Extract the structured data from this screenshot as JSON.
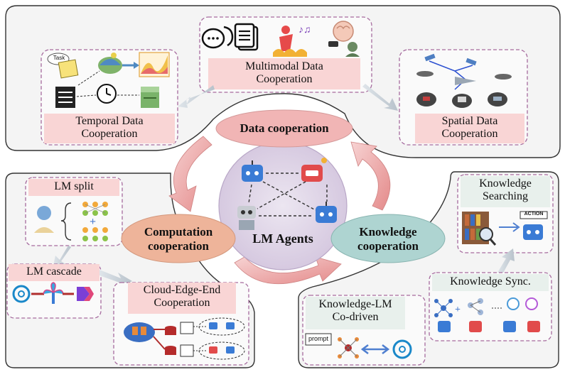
{
  "center": {
    "title": "LM Agents"
  },
  "cooperation": {
    "data": "Data cooperation",
    "computation_line1": "Computation",
    "computation_line2": "cooperation",
    "knowledge_line1": "Knowledge",
    "knowledge_line2": "cooperation"
  },
  "data_panel": {
    "multimodal_line1": "Multimodal Data",
    "multimodal_line2": "Cooperation",
    "temporal_line1": "Temporal Data",
    "temporal_line2": "Cooperation",
    "spatial_line1": "Spatial Data",
    "spatial_line2": "Cooperation",
    "task_tag": "Task"
  },
  "computation_panel": {
    "lm_split": "LM split",
    "lm_cascade": "LM cascade",
    "cloud_line1": "Cloud-Edge-End",
    "cloud_line2": "Cooperation"
  },
  "knowledge_panel": {
    "searching_line1": "Knowledge",
    "searching_line2": "Searching",
    "sync": "Knowledge Sync.",
    "codriven_line1": "Knowledge-LM",
    "codriven_line2": "Co-driven",
    "action_tag": "ACTION",
    "prompt_tag": "prompt"
  },
  "colors": {
    "panel_fill": "#f4f4f4",
    "pink_box": "#f9d5d5",
    "data_ellipse": "#f1b5b5",
    "computation_ellipse": "#eeb49a",
    "knowledge_ellipse": "#aed4d1",
    "center_circle": "#ddd2e6",
    "dashed_border": "#a66b9e"
  }
}
